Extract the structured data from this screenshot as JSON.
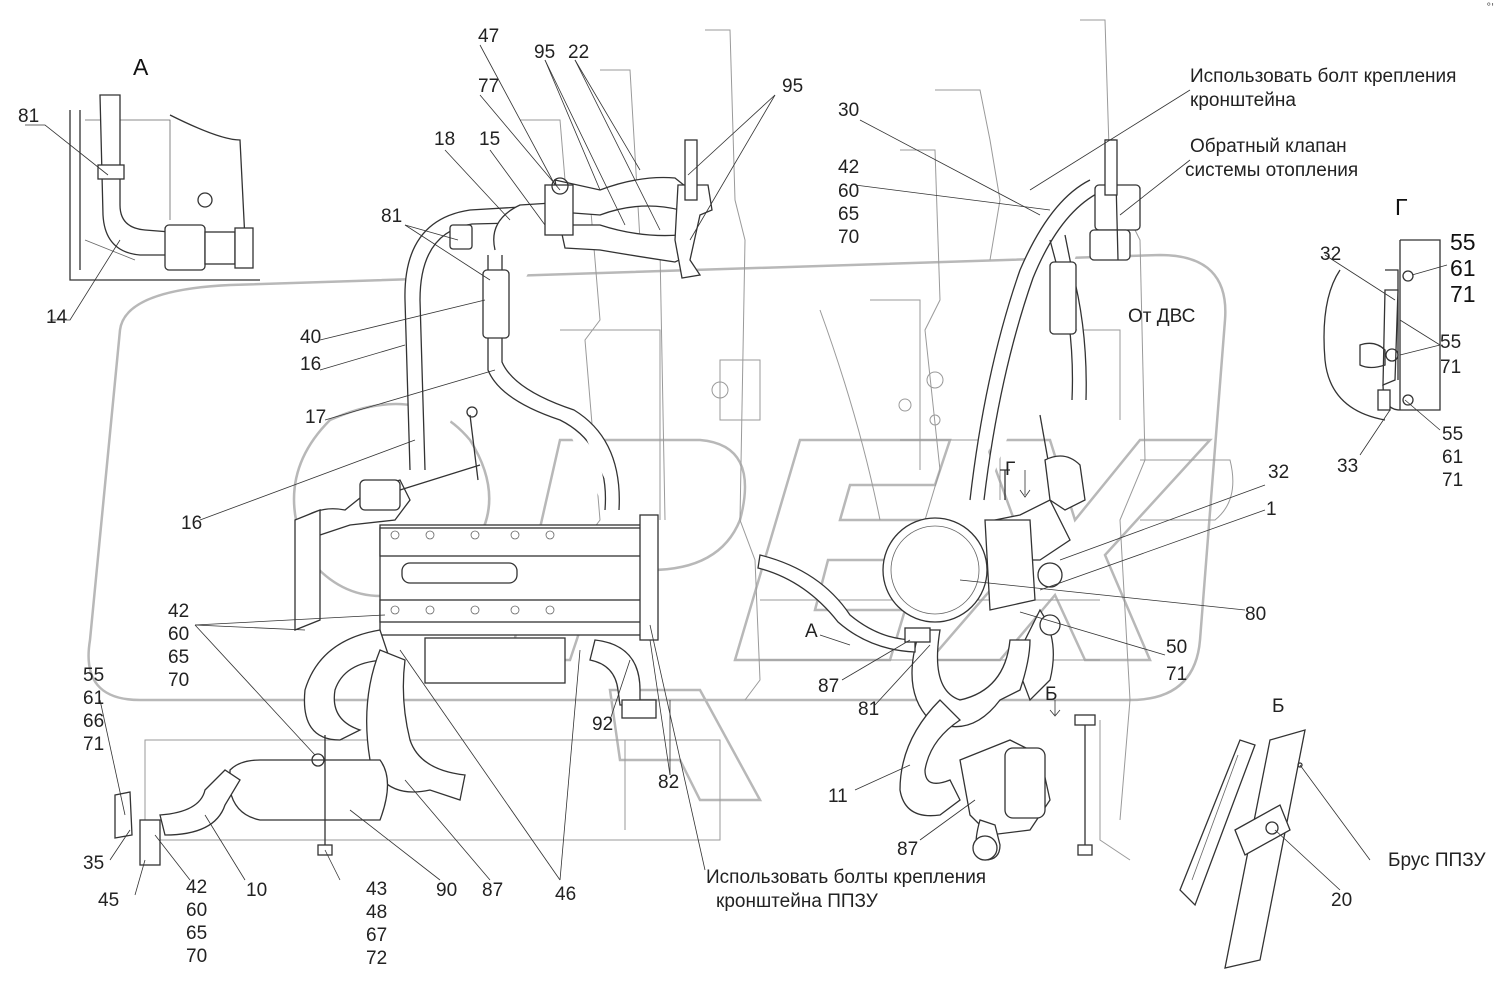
{
  "corner_mark": "°'",
  "views": {
    "A": "А",
    "B": "Б",
    "G": "Г"
  },
  "notes": {
    "bolt_bracket_l1": "Использовать болт крепления",
    "bolt_bracket_l2": "кронштейна",
    "check_valve_l1": "Обратный клапан",
    "check_valve_l2": "системы отопления",
    "from_engine": "От ДВС",
    "bolts_ppzu_l1": "Использовать болты крепления",
    "bolts_ppzu_l2": "кронштейна ППЗУ",
    "beam_ppzu": "Брус ППЗУ"
  },
  "callouts": {
    "c81a": "81",
    "c14": "14",
    "c47": "47",
    "c77": "77",
    "c95a": "95",
    "c22": "22",
    "c95b": "95",
    "c18": "18",
    "c15": "15",
    "c81b": "81",
    "c40": "40",
    "c16a": "16",
    "c17": "17",
    "c16b": "16",
    "c30": "30",
    "c42a": "42",
    "c60a": "60",
    "c65a": "65",
    "c70a": "70",
    "c32a": "32",
    "c55a": "55",
    "c61a": "61",
    "c71a": "71",
    "c55b": "55",
    "c71b": "71",
    "c55c": "55",
    "c61b": "61",
    "c71c": "71",
    "c33": "33",
    "c32b": "32",
    "c1": "1",
    "c80": "80",
    "c50": "50",
    "c71d": "71",
    "c87a": "87",
    "c81c": "81",
    "c11": "11",
    "c87b": "87",
    "c42b": "42",
    "c60b": "60",
    "c65b": "65",
    "c70b": "70",
    "c55d": "55",
    "c61c": "61",
    "c66": "66",
    "c71e": "71",
    "c92": "92",
    "c82": "82",
    "c35": "35",
    "c45": "45",
    "c42c": "42",
    "c60c": "60",
    "c65c": "65",
    "c70c": "70",
    "c10": "10",
    "c43": "43",
    "c48": "48",
    "c67": "67",
    "c72": "72",
    "c90": "90",
    "c87c": "87",
    "c46": "46",
    "c20": "20"
  }
}
